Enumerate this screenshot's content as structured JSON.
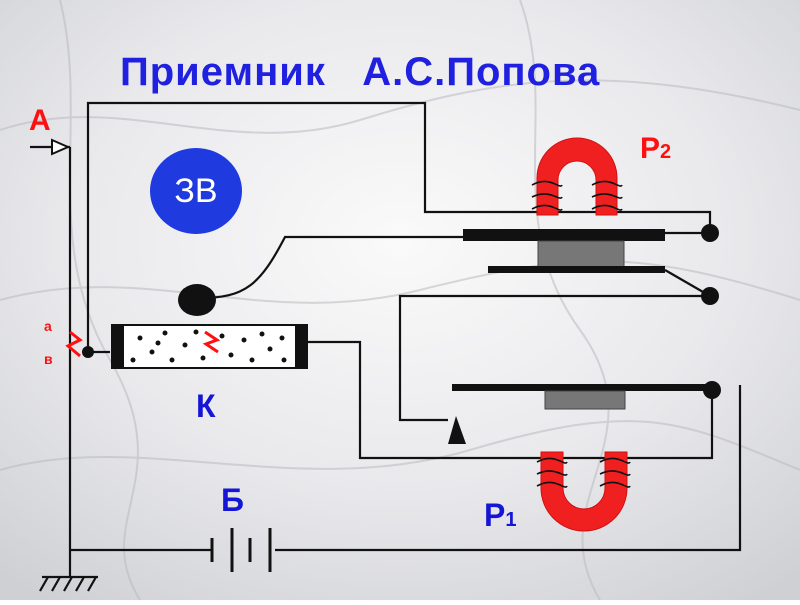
{
  "title": "Приемник   А.С.Попова",
  "labels": {
    "antenna": "А",
    "contact_a": "а",
    "contact_b": "в",
    "bell": "ЗВ",
    "coherer": "К",
    "battery": "Б",
    "relay_1_main": "Р",
    "relay_1_sub": "1",
    "relay_2_main": "Р",
    "relay_2_sub": "2"
  },
  "colors": {
    "title": "#2020e0",
    "labels_red": "#ff1010",
    "labels_blue": "#1515d5",
    "bell_fill": "#1f3be0",
    "magnet": "#f02020",
    "wire": "#111111"
  }
}
